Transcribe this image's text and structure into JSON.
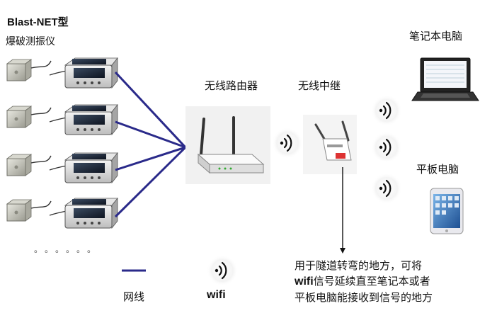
{
  "device": {
    "title": "Blast-NET型",
    "subtitle": "爆破测振仪",
    "more_indicator": "。。。。。。"
  },
  "router": {
    "label": "无线路由器"
  },
  "repeater": {
    "label": "无线中继"
  },
  "laptop": {
    "label": "笔记本电脑"
  },
  "tablet": {
    "label": "平板电脑"
  },
  "description": {
    "line1": "用于隧道转弯的地方，可将",
    "line2_wifi": "wifi",
    "line2_rest": "信号延续直至笔记本或者",
    "line3": "平板电脑能接收到信号的地方"
  },
  "legend": {
    "cable_label": "网线",
    "wifi_label": "wifi",
    "cable_color": "#2a2a8a"
  }
}
